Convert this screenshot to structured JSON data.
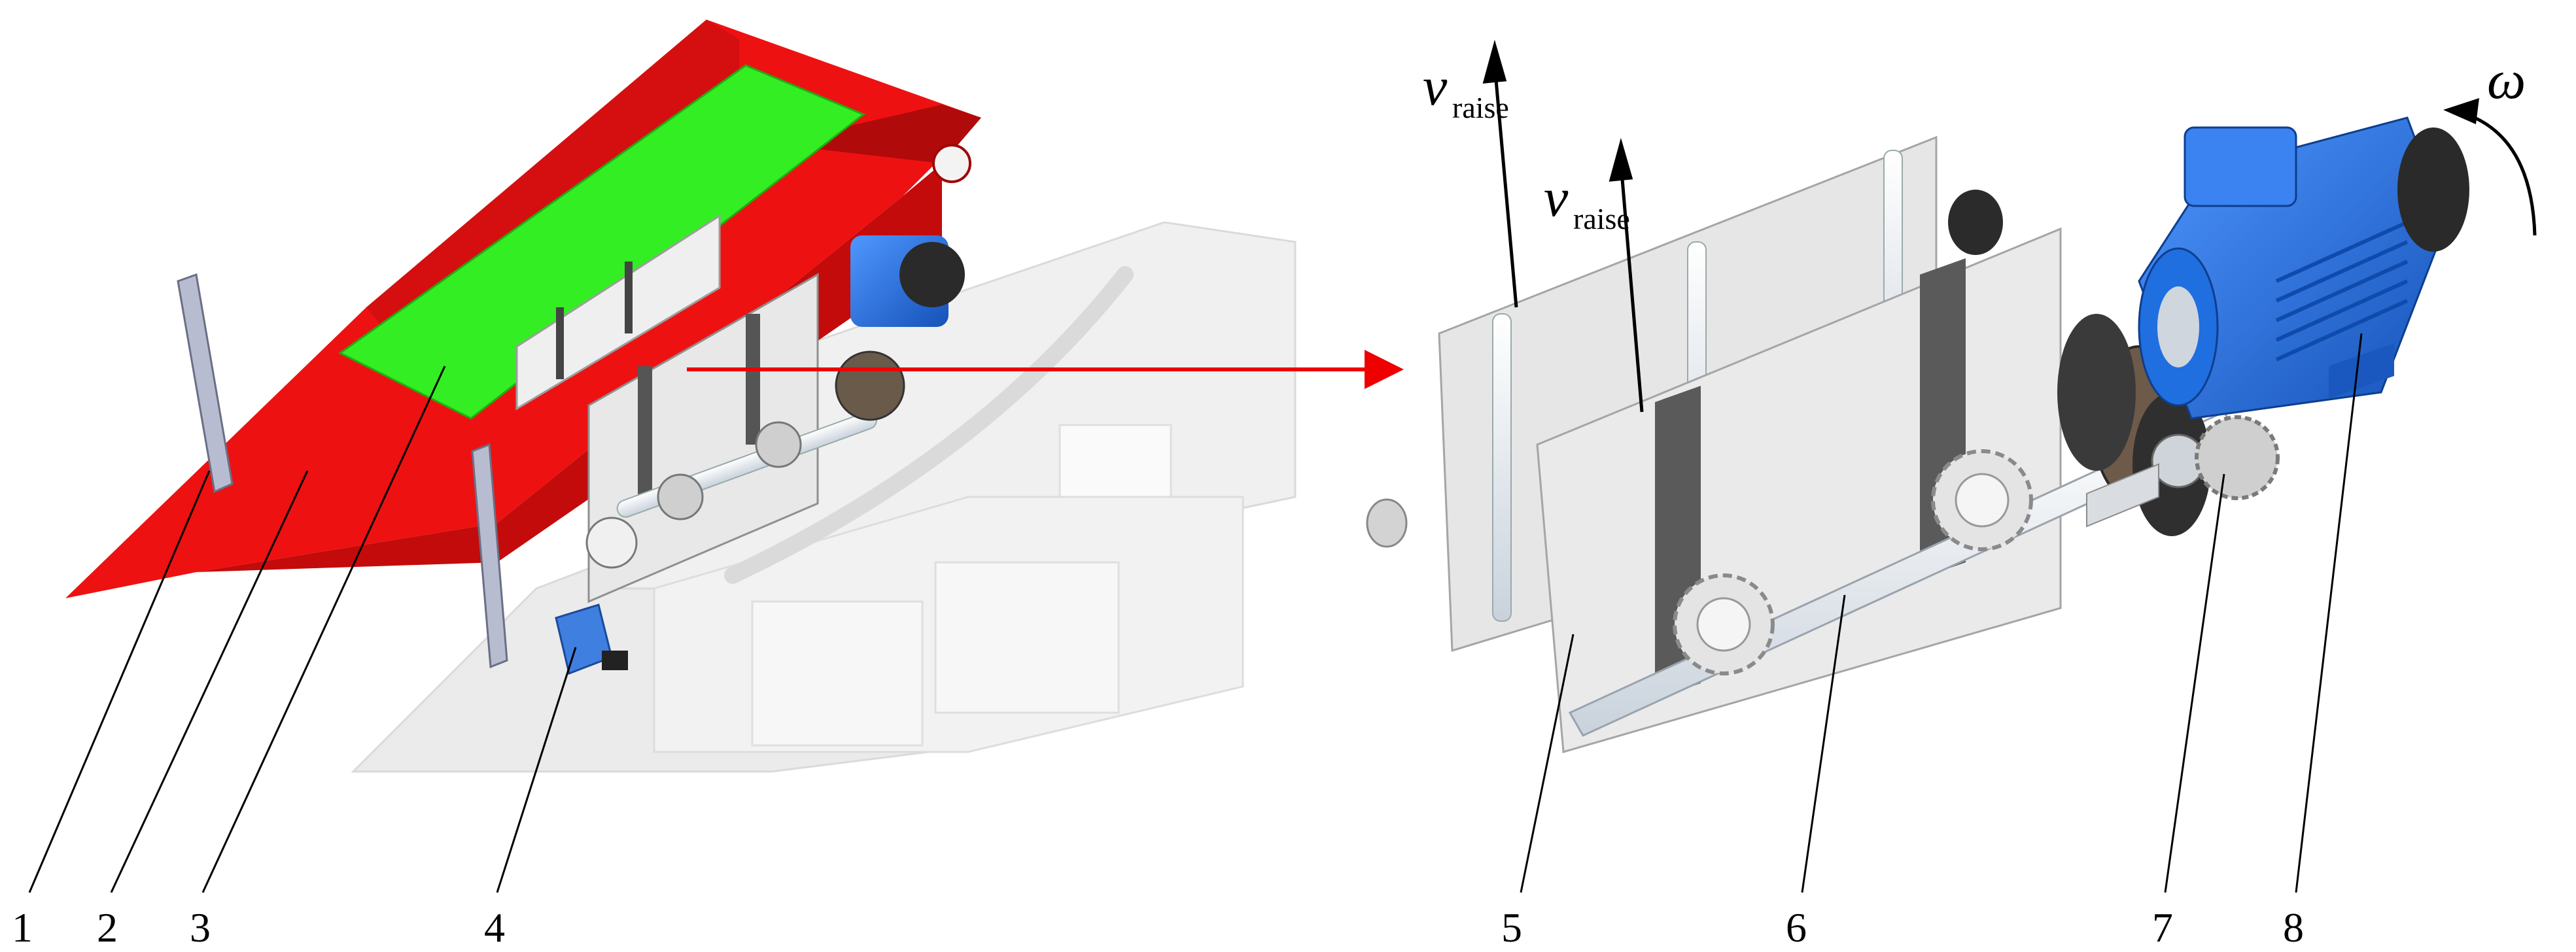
{
  "callouts": [
    "1",
    "2",
    "3",
    "4",
    "5",
    "6",
    "7",
    "8"
  ],
  "velocity_labels": [
    {
      "symbol": "v",
      "subscript": "raise"
    },
    {
      "symbol": "v",
      "subscript": "raise"
    }
  ],
  "rotation_label": "ω",
  "colors": {
    "hull": "#ee1111",
    "deck": "#33ee22",
    "motor": "#1f6fe0",
    "translucent": "#d8d8d8",
    "plate": "#e6e6e6",
    "rack": "#555555",
    "arrow_red": "#ee0000"
  }
}
